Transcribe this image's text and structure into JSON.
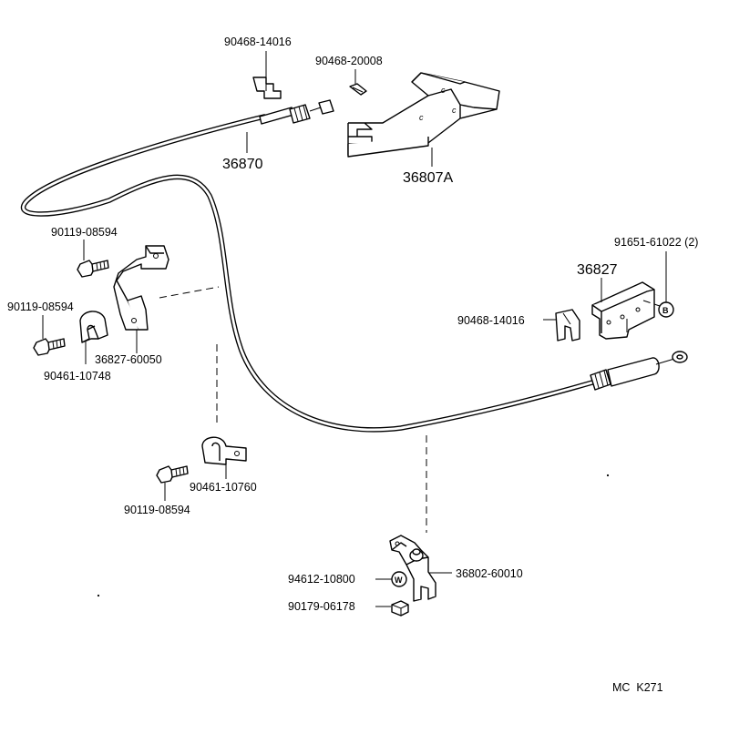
{
  "labels": {
    "clip_top": "90468-14016",
    "clip_small": "90468-20008",
    "cable": "36870",
    "lever": "36807A",
    "screw_upper": "90119-08594",
    "screw_left": "90119-08594",
    "clamp_left": "90461-10748",
    "bracket_left": "36827-60050",
    "screw_lower": "90119-08594",
    "clamp_mid": "90461-10760",
    "bolt_right": "91651-61022 (2)",
    "bracket_right": "36827",
    "clip_right": "90468-14016",
    "washer": "94612-10800",
    "nut": "90179-06178",
    "bracket_bottom": "36802-60010",
    "footer_code": "MC  K271"
  },
  "symbols": {
    "bolt_marker": "B",
    "washer_marker": "W",
    "lever_mark": "c"
  },
  "colors": {
    "line": "#000000",
    "background": "#ffffff"
  }
}
